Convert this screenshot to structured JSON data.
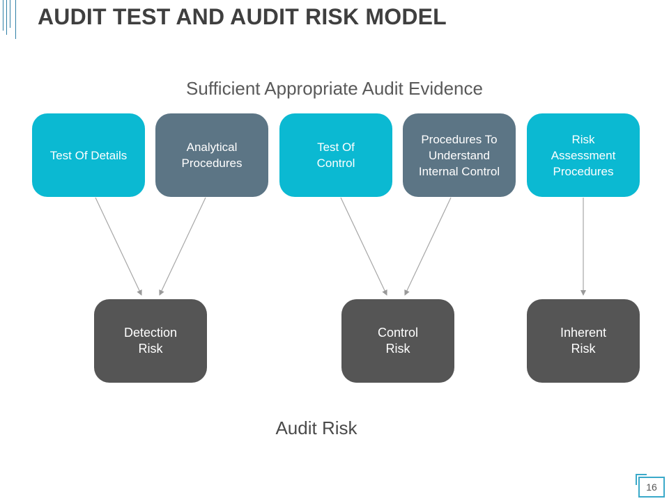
{
  "title": "AUDIT TEST AND AUDIT RISK MODEL",
  "subtitle": "Sufficient Appropriate Audit Evidence",
  "tests": [
    {
      "label": "Test Of Details"
    },
    {
      "label": "Analytical\nProcedures"
    },
    {
      "label": "Test Of\nControl"
    },
    {
      "label": "Procedures To\nUnderstand\nInternal Control"
    },
    {
      "label": "Risk\nAssessment\nProcedures"
    }
  ],
  "risks": [
    {
      "label": "Detection\nRisk"
    },
    {
      "label": "Control\nRisk"
    },
    {
      "label": "Inherent\nRisk"
    }
  ],
  "footer": "Audit Risk",
  "page_number": "16",
  "colors": {
    "cyan": "#0bb9d2",
    "slate": "#5c7585",
    "dark": "#555555",
    "accent": "#3aa9c9"
  }
}
